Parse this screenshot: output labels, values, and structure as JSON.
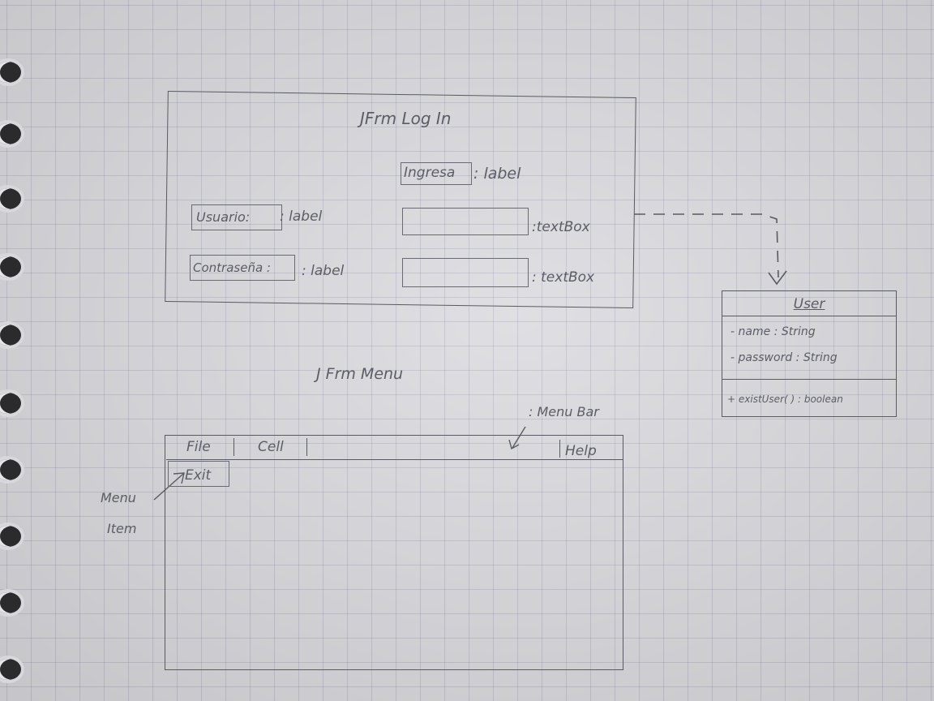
{
  "login_frame": {
    "title": "JFrm Log In",
    "ingresa_label": "Ingresa",
    "ingresa_type": ": label",
    "usuario_label": "Usuario:",
    "usuario_type": ": label",
    "usuario_textbox_type": ":textBox",
    "contrasena_label": "Contraseña :",
    "contrasena_type": ": label",
    "contrasena_textbox_type": ": textBox"
  },
  "user_class": {
    "name": "User",
    "attributes": [
      "- name : String",
      "- password : String"
    ],
    "methods": [
      "+ existUser( ) : boolean"
    ]
  },
  "menu_frame": {
    "title": "J Frm Menu",
    "menubar_annotation": ": Menu Bar",
    "menus": [
      "File",
      "Cell",
      "Help"
    ],
    "menu_item": "Exit",
    "menu_item_annotation_line1": "Menu",
    "menu_item_annotation_line2": "Item"
  },
  "colors": {
    "pencil": "#5a5a62",
    "paper": "#dcdce0",
    "grid": "#9a9ab0"
  }
}
